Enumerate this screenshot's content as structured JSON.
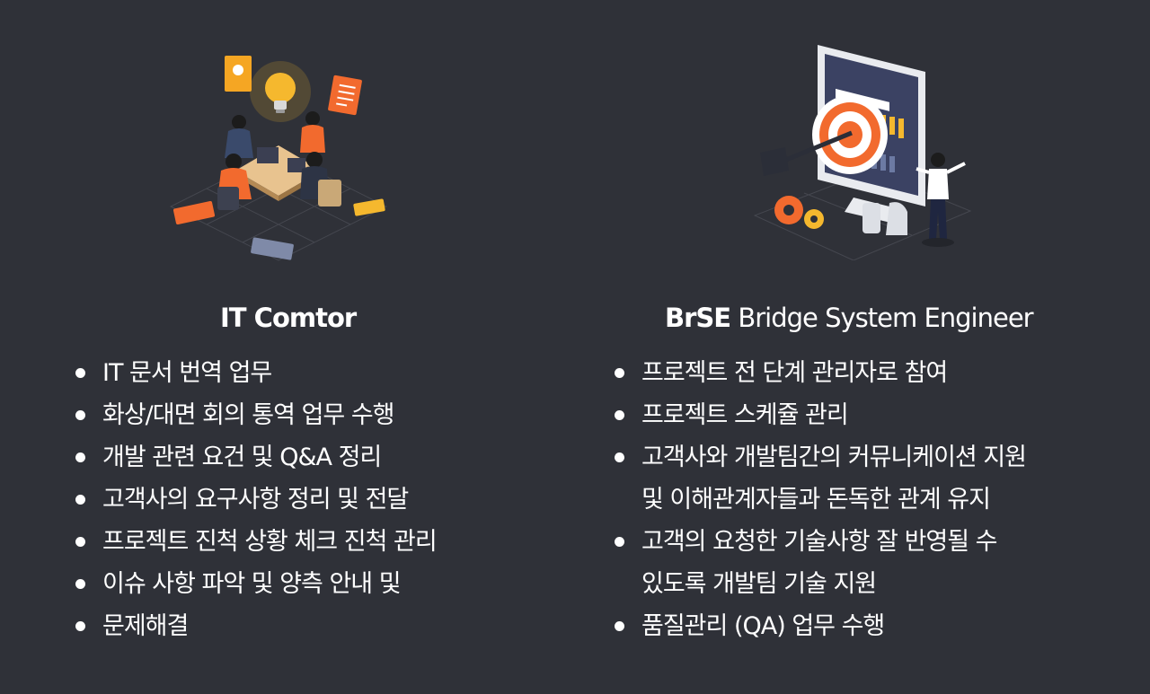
{
  "left": {
    "title": "IT Comtor",
    "items": [
      "IT 문서 번역 업무",
      "화상/대면 회의 통역 업무 수행",
      "개발 관련 요건 및 Q&A 정리",
      "고객사의 요구사항 정리 및 전달",
      "프로젝트 진척 상황 체크 진척 관리",
      "이슈 사항 파악 및 양측 안내 및",
      "문제해결"
    ],
    "illustration": "team-meeting-lightbulb-illustration"
  },
  "right": {
    "title_strong": "BrSE",
    "title_rest": "Bridge System Engineer",
    "items": [
      [
        "프로젝트 전 단계 관리자로 참여"
      ],
      [
        "프로젝트 스케쥴 관리"
      ],
      [
        "고객사와 개발팀간의 커뮤니케이션 지원",
        "및 이해관계자들과 돈독한 관계 유지"
      ],
      [
        "고객의 요청한 기술사항 잘 반영될 수",
        "있도록 개발팀 기술 지원"
      ],
      [
        "품질관리 (QA) 업무 수행"
      ]
    ],
    "illustration": "target-monitor-engineer-illustration"
  },
  "colors": {
    "background": "#2f3138",
    "text": "#ffffff",
    "accent_orange": "#f26a2e",
    "accent_yellow": "#f5b82e"
  }
}
